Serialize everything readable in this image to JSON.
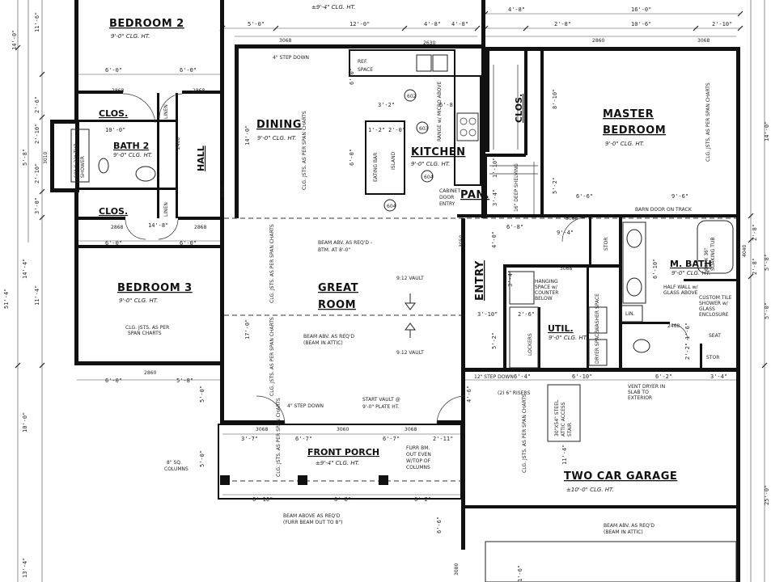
{
  "rooms": {
    "bedroom2": {
      "name": "BEDROOM 2",
      "height": "9'-0\" CLG. HT."
    },
    "bedroom3": {
      "name": "BEDROOM 3",
      "height": "9'-0\" CLG. HT."
    },
    "bath2": {
      "name": "BATH 2",
      "height": "9'-0\" CLG. HT."
    },
    "clos_top": {
      "name": "CLOS."
    },
    "clos_bottom": {
      "name": "CLOS."
    },
    "clos_master": {
      "name": "CLOS."
    },
    "linen_top": {
      "name": "LINEN"
    },
    "linen_bottom": {
      "name": "LINEN"
    },
    "hall": {
      "name": "HALL"
    },
    "dining": {
      "name": "DINING",
      "height": "9'-0\" CLG. HT."
    },
    "kitchen": {
      "name": "KITCHEN",
      "height": "9'-0\" CLG. HT."
    },
    "pantry": {
      "name": "PAN."
    },
    "great_room": {
      "name_line1": "GREAT",
      "name_line2": "ROOM"
    },
    "master_bedroom": {
      "name_line1": "MASTER",
      "name_line2": "BEDROOM",
      "height": "9'-0\" CLG. HT."
    },
    "master_bath": {
      "name": "M. BATH",
      "height": "9'-0\" CLG. HT."
    },
    "entry": {
      "name": "ENTRY"
    },
    "utility": {
      "name": "UTIL.",
      "height": "9'-0\" CLG. HT."
    },
    "front_porch": {
      "name": "FRONT PORCH",
      "height": "±9'-4\" CLG. HT."
    },
    "garage": {
      "name": "TWO CAR GARAGE",
      "height": "±10'-0\" CLG. HT."
    },
    "top_porch": {
      "height": "±9'-4\" CLG. HT."
    }
  },
  "notes": {
    "step_down_top": "4\" STEP DOWN",
    "step_down_porch": "4\" STEP DOWN",
    "step_down_garage": "12\" STEP DOWN",
    "beam_great_line1": "BEAM ABV. AS REQ'D -",
    "beam_great_line2": "BTM. AT 8'-0\"",
    "beam_attic_line1": "BEAM ABV. AS REQ'D",
    "beam_attic_line2": "(BEAM IN ATTIC)",
    "vault_top": "9:12 VAULT",
    "vault_bottom": "9:12 VAULT",
    "start_vault_line1": "START VAULT @",
    "start_vault_line2": "9'-0\" PLATE HT.",
    "bedroom3_joists_line1": "CLG. JSTS. AS PER",
    "bedroom3_joists_line2": "SPAN CHARTS",
    "dining_joists": "CLG. JSTS. AS PER SPAN CHARTS",
    "great_joists_top": "CLG. JSTS. AS PER SPAN CHARTS",
    "great_joists_bottom": "CLG. JSTS. AS PER SPAN CHARTS",
    "master_joists": "CLG. JSTS. AS PER SPAN CHARTS",
    "garage_joists": "CLG. JSTS. AS PER SPAN CHARTS",
    "porch_joists": "CLG. JSTS. AS PER SPAN CHARTS",
    "porch_beam_line1": "BEAM ABOVE AS REQ'D",
    "porch_beam_line2": "(FURR BEAM OUT TO 8\")",
    "furr_line1": "FURR BM.",
    "furr_line2": "OUT EVEN",
    "furr_line3": "W/TOP OF",
    "furr_line4": "COLUMNS",
    "columns_line1": "8\" SQ.",
    "columns_line2": "COLUMNS",
    "garage_beam_line1": "BEAM ABV. AS REQ'D",
    "garage_beam_line2": "(BEAM IN ATTIC)",
    "hanging_line1": "HANGING",
    "hanging_line2": "SPACE w/",
    "hanging_line3": "COUNTER",
    "hanging_line4": "BELOW",
    "half_wall_line1": "HALF WALL w/",
    "half_wall_line2": "GLASS ABOVE",
    "shower_line1": "CUSTOM TILE",
    "shower_line2": "SHOWER w/",
    "shower_line3": "GLASS",
    "shower_line4": "ENCLOSURE",
    "soaking_line1": "60\" X 36\"",
    "soaking_line2": "SOAKING TUB",
    "tub_line1": "60\" X 32\" TUB",
    "tub_line2": "SHOWER",
    "seat": "SEAT",
    "stor_ut": "STOR",
    "stor_mb": "STOR",
    "lin": "LIN.",
    "lockers": "LOCKERS",
    "washer": "WASHER SPACE",
    "dryer": "DRYER SPACE",
    "vent_line1": "VENT DRYER IN",
    "vent_line2": "SLAB TO",
    "vent_line3": "EXTERIOR",
    "risers": "(2) 6\" RISERS",
    "attic_stair_line1": "30\"X54\" STEEL",
    "attic_stair_line2": "ATTIC ACCESS",
    "attic_stair_line3": "STAIR",
    "barn_door": "BARN DOOR ON TRACK",
    "shelving": "16\" DEEP SHELVING",
    "cabinet_line1": "CABINET",
    "cabinet_line2": "DOOR",
    "cabinet_line3": "ENTRY",
    "ref_line1": "REF.",
    "ref_line2": "SPACE",
    "eating_bar": "EATING BAR",
    "island": "ISLAND",
    "range": "RANGE w/ MICRO ABOVE"
  },
  "codes": {
    "c602": "602",
    "c603": "603",
    "c604a": "604",
    "c604b": "604",
    "d3068_top": "3068",
    "d2868_bath": "2868",
    "d2868_clos": "2868",
    "d2868_bed3": "2868",
    "d2868_b3clos": "2868",
    "d2860_bed3": "2860",
    "d3010_bath": "3010",
    "d2460": "2460",
    "d3050_hall": "3050",
    "d3068_great": "3068",
    "d3060_porch": "3060",
    "d3068_porch": "3068",
    "d3050_entry": "3050",
    "d3068_master": "3068",
    "d3068_ut": "3068",
    "d2468": "2468",
    "d2630": "2630",
    "d2860_master": "2860",
    "d3068_m": "3068",
    "d4040": "4040",
    "d3080_garage": "3080"
  },
  "dims": {
    "top_5_0": "5'-0\"",
    "top_12_0": "12'-0\"",
    "top_4_8a": "4'-8\"",
    "top_4_8b": "4'-8\"",
    "top_16_0": "16'-0\"",
    "top_2_8": "2'-8\"",
    "top_10_6": "10'-6\"",
    "top_2_10": "2'-10\"",
    "bed2_6_0a": "6'-0\"",
    "bed2_6_0b": "6'-0\"",
    "bath_10_0": "10'-0\"",
    "hall_14_8": "14'-8\"",
    "bed3_6_0a": "6'-0\"",
    "bed3_6_0b": "6'-0\"",
    "bed3_6_0c": "6'-0\"",
    "bed3_5_8": "5'-8\"",
    "kit_3_2": "3'-2\"",
    "kit_6_8": "6'-8\"",
    "kit_1_2": "1'-2\"",
    "kit_2_0": "2'-0\"",
    "kit_6_0": "6'-0\"",
    "kit_6_0v": "6'-0\"",
    "kit_1_10": "1'-10\"",
    "kit_3_4": "3'-4\"",
    "pan_6_8": "6'-8\"",
    "mb_6_6": "6'-6\"",
    "mb_9_6": "9'-6\"",
    "mb_5_2": "5'-2\"",
    "mb_6_10": "6'-10\"",
    "ut_9_4": "9'-4\"",
    "ut_3_4": "3'-4\"",
    "ut_3_10": "3'-10\"",
    "ut_2_6": "2'-6\"",
    "ut_5_2": "5'-2\"",
    "ent_4_0": "4'-0\"",
    "mb_8_10": "8'-10\"",
    "g_6_4": "6'-4\"",
    "g_6_10": "6'-10\"",
    "g_6_2": "6'-2\"",
    "g_3_4": "3'-4\"",
    "g_4_6": "4'-6\"",
    "g_11_4": "11'-4\"",
    "g_6_6": "6'-6\"",
    "p_3_7": "3'-7\"",
    "p_6_7a": "6'-7\"",
    "p_6_7b": "6'-7\"",
    "p_2_11": "2'-11\"",
    "p_6_10": "6'-10\"",
    "p_6_8": "6'-8\"",
    "p_6_2": "6'-2\"",
    "p_5_0": "5'-0\"",
    "p_5_0b": "5'-0\"",
    "left_14_0": "14'-0\"",
    "left_11_6": "11'-6\"",
    "left_2_6": "2'-6\"",
    "left_2_10a": "2'-10\"",
    "left_5_8": "5'-8\"",
    "left_2_10b": "2'-10\"",
    "left_3_0": "3'-0\"",
    "left_14_4": "14'-4\"",
    "left_11_4": "11'-4\"",
    "left_51_4": "51'-4\"",
    "left_10_0": "10'-0\"",
    "left_13_4": "13'-4\"",
    "hall_14_0": "14'-0\"",
    "great_17_0": "17'-0\"",
    "right_14_0": "14'-0\"",
    "right_2_8": "2'-8\"",
    "right_5_8": "5'-8\"",
    "right_2_8b": "2'-8\"",
    "right_5_0": "5'-0\"",
    "right_25_0": "25'-0\"",
    "mb_2_2": "2'-2\"",
    "mb_1_6": "1'-6\"",
    "g_1_6": "1'-6\""
  }
}
